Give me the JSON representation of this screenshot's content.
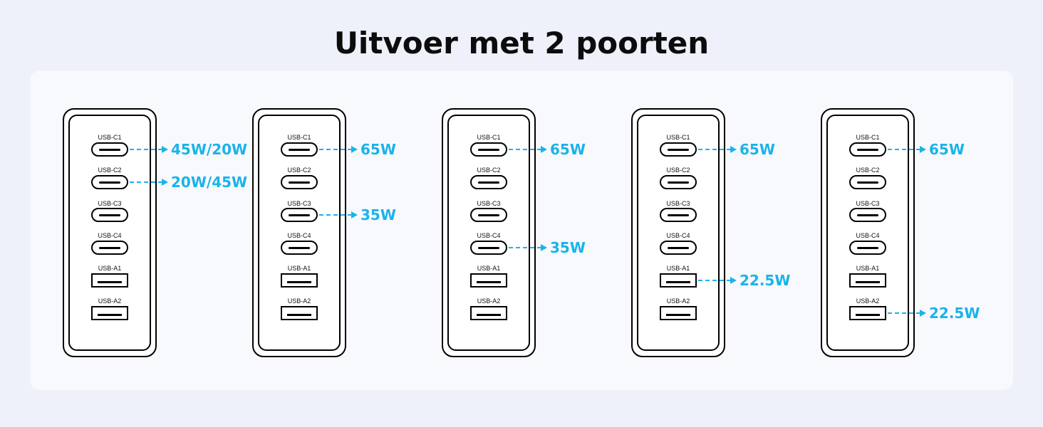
{
  "title": "Uitvoer met 2 poorten",
  "accent_color": "#1ab3ea",
  "ports": [
    "USB-C1",
    "USB-C2",
    "USB-C3",
    "USB-C4",
    "USB-A1",
    "USB-A2"
  ],
  "configs": [
    {
      "outputs": [
        {
          "port": "USB-C1",
          "label": "45W/20W"
        },
        {
          "port": "USB-C2",
          "label": "20W/45W"
        }
      ]
    },
    {
      "outputs": [
        {
          "port": "USB-C1",
          "label": "65W"
        },
        {
          "port": "USB-C3",
          "label": "35W"
        }
      ]
    },
    {
      "outputs": [
        {
          "port": "USB-C1",
          "label": "65W"
        },
        {
          "port": "USB-C4",
          "label": "35W"
        }
      ]
    },
    {
      "outputs": [
        {
          "port": "USB-C1",
          "label": "65W"
        },
        {
          "port": "USB-A1",
          "label": "22.5W"
        }
      ]
    },
    {
      "outputs": [
        {
          "port": "USB-C1",
          "label": "65W"
        },
        {
          "port": "USB-A2",
          "label": "22.5W"
        }
      ]
    }
  ]
}
